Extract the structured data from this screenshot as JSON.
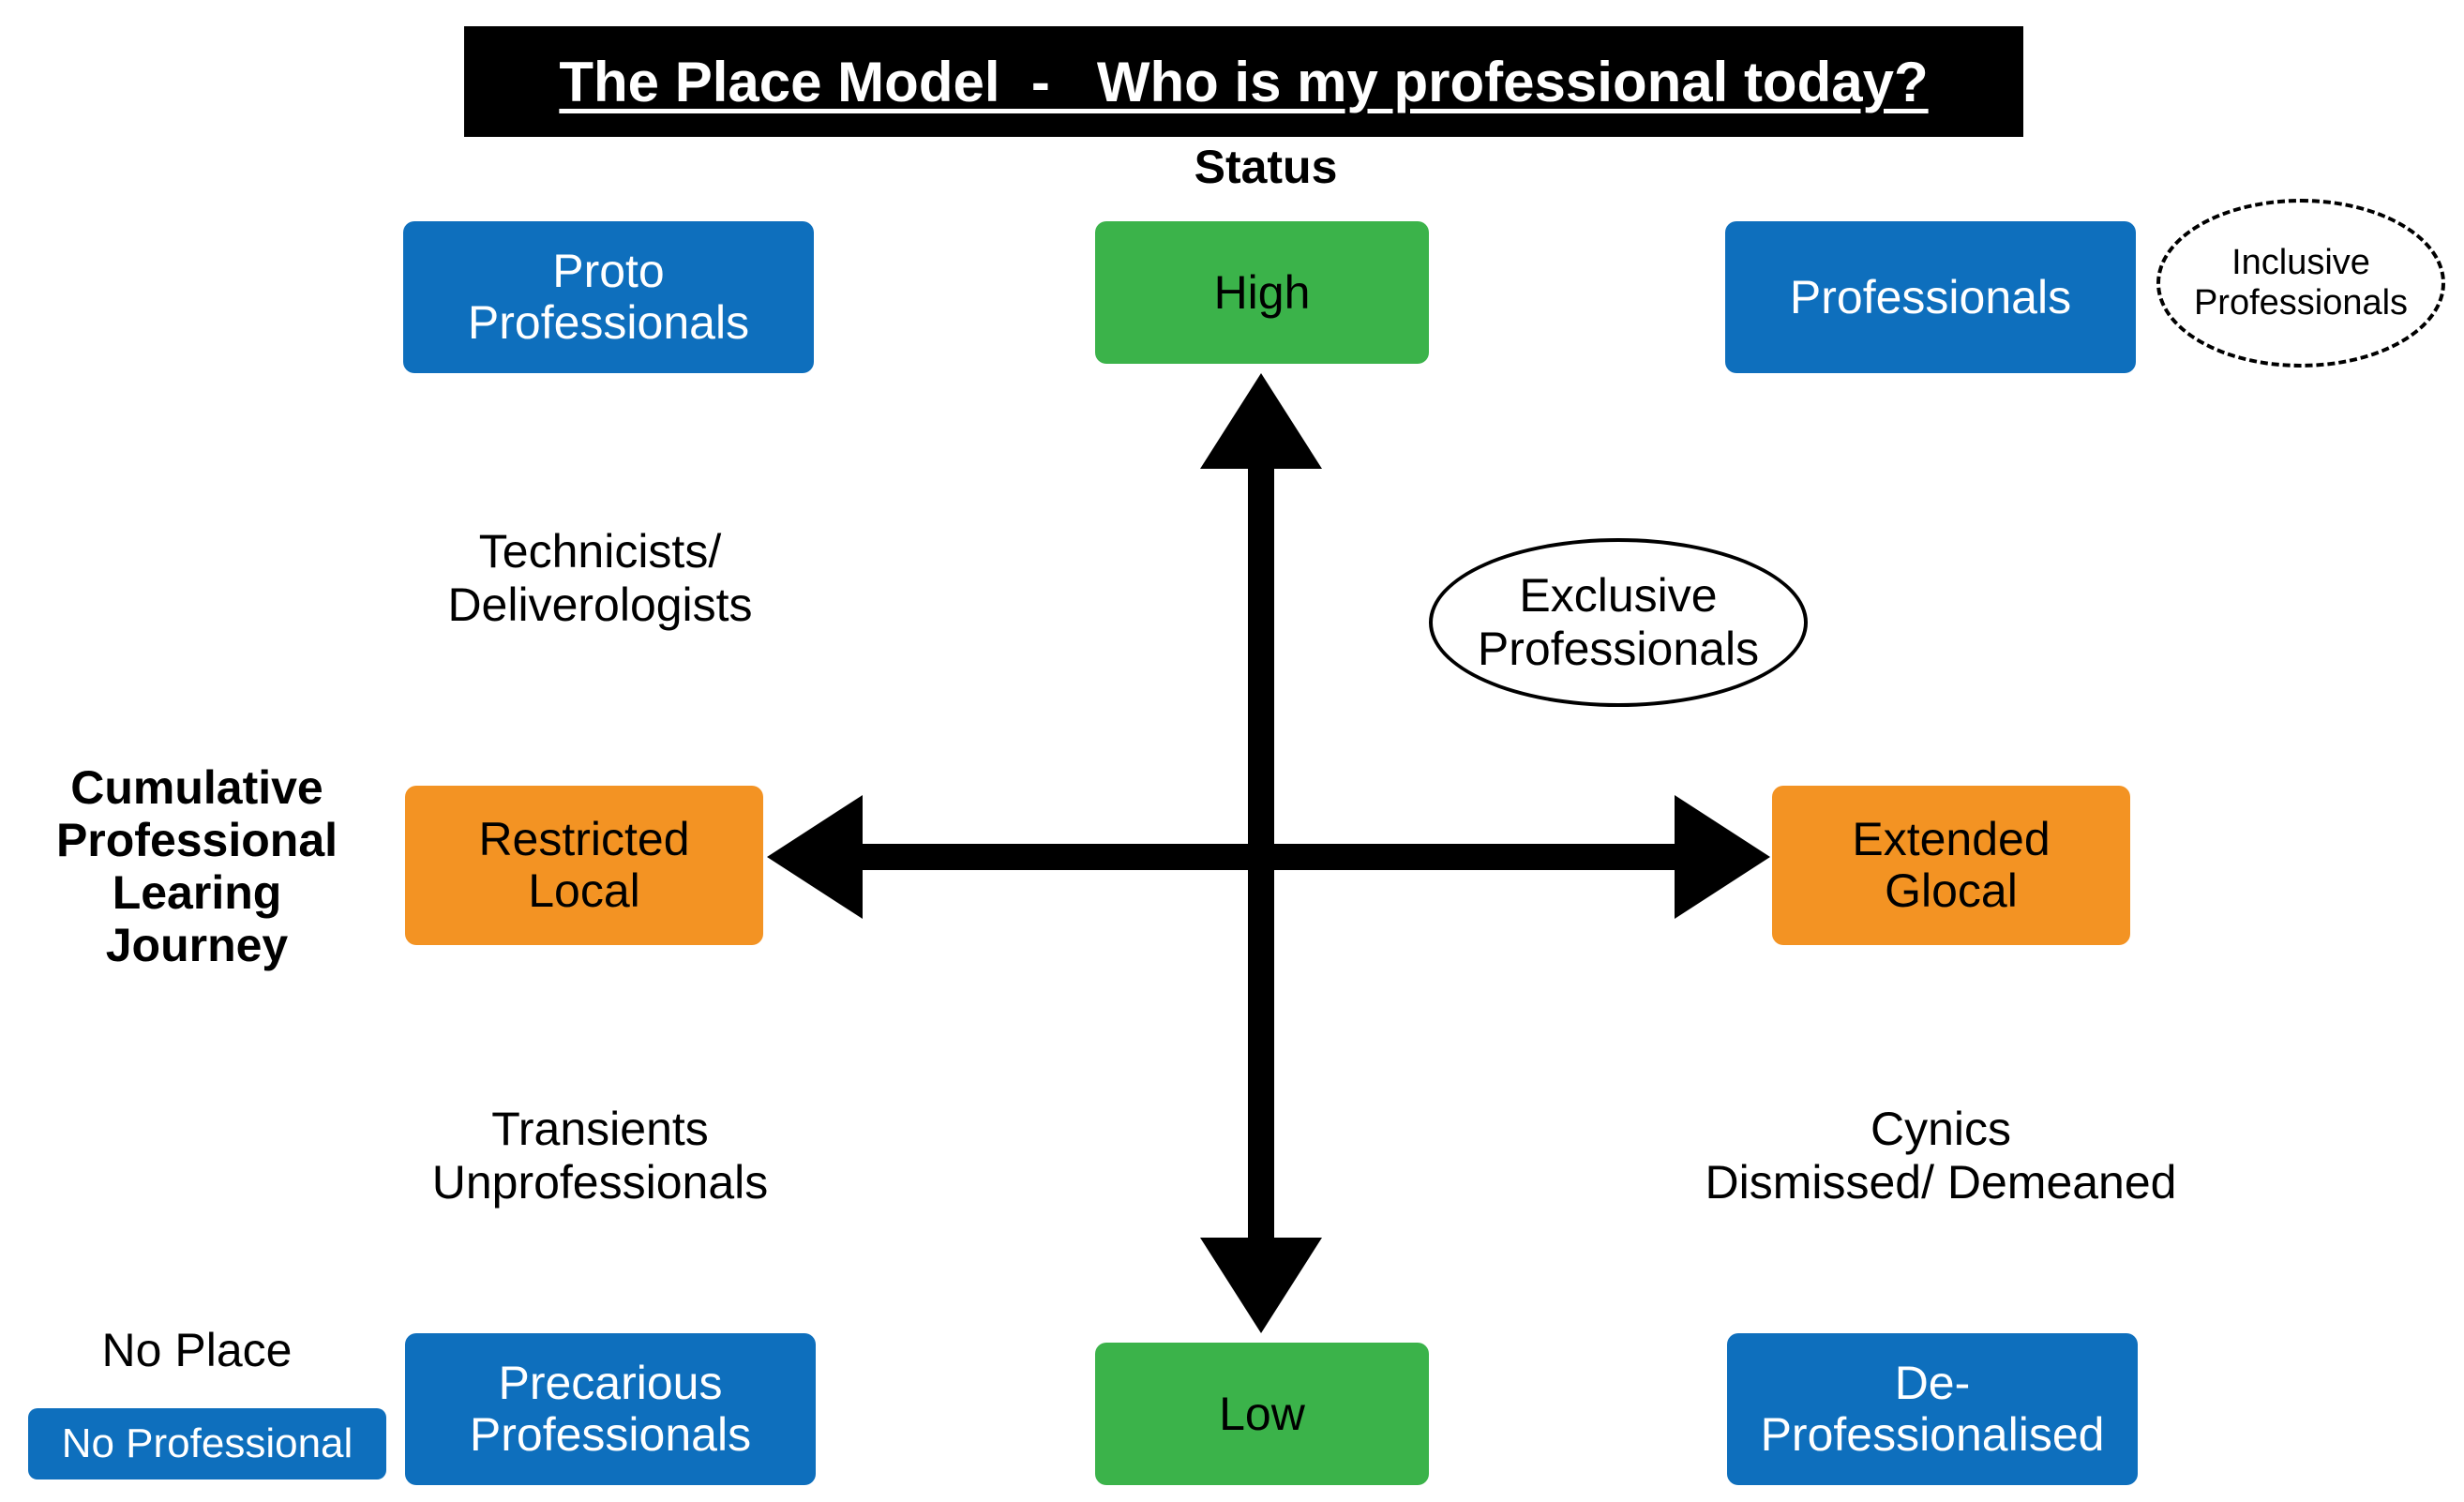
{
  "title": "The Place Model  -   Who is my professional today?",
  "vertical_axis": {
    "label": "Status",
    "top": "High",
    "bottom": "Low"
  },
  "horizontal_axis": {
    "label": [
      "Cumulative",
      "Professional",
      "Learing",
      "Journey"
    ],
    "left": [
      "Restricted",
      "Local"
    ],
    "right": [
      "Extended",
      "Glocal"
    ]
  },
  "quadrants": {
    "top_left_box": [
      "Proto",
      "Professionals"
    ],
    "top_left_text": [
      "Technicists/",
      "Deliverologists"
    ],
    "top_right_box": "Professionals",
    "top_right_ellipse": [
      "Inclusive",
      "Professionals"
    ],
    "center_ellipse": [
      "Exclusive",
      "Professionals"
    ],
    "bottom_left_text": [
      "Transients",
      "Unprofessionals"
    ],
    "bottom_left_box": [
      "Precarious",
      "Professionals"
    ],
    "bottom_right_text": [
      "Cynics",
      "Dismissed/ Demeaned"
    ],
    "bottom_right_box": [
      "De-",
      "Professionalised"
    ]
  },
  "no_place": {
    "label": "No Place",
    "box": "No Professional"
  },
  "colors": {
    "blue": "#0e6fbd",
    "green": "#3bb34a",
    "orange": "#f39323",
    "title_background": "#000000"
  }
}
